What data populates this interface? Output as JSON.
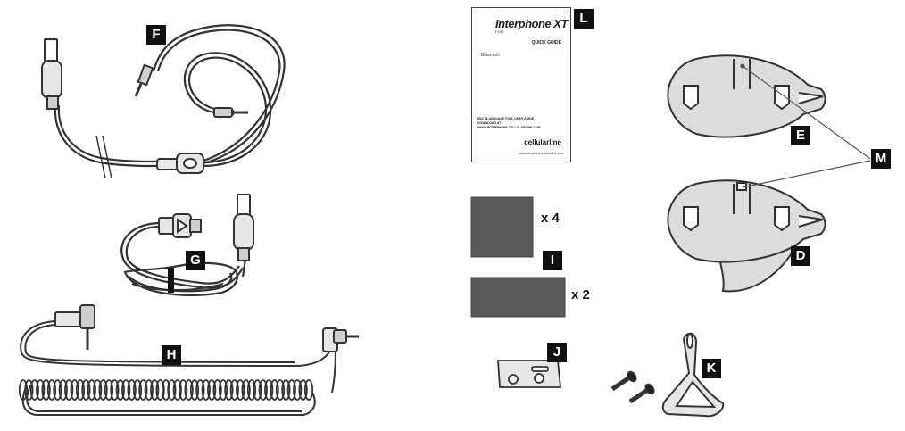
{
  "labels": {
    "F": "F",
    "G": "G",
    "H": "H",
    "I": "I",
    "J": "J",
    "K": "K",
    "L": "L",
    "M": "M",
    "E": "E",
    "D": "D"
  },
  "quantities": {
    "pads_large": "x 4",
    "pads_small": "x 2"
  },
  "booklet": {
    "brand": "Interphone XT",
    "model_line": "F5XT",
    "guide": "QUICK GUIDE",
    "bluetooth": "Bluetooth",
    "notice_lines": [
      "MULTILANGUAGE FULL USER GUIDE",
      "DOWNLOAD AT",
      "WWW.INTERPHONE.CELLULARLINE.COM"
    ],
    "company": "cellularline",
    "url": "www.interphone.cellularline.com"
  },
  "colors": {
    "outline": "#333333",
    "fill_gray": "#d9d9d9",
    "pad_gray": "#5a5a5a",
    "label_bg": "#111111"
  }
}
